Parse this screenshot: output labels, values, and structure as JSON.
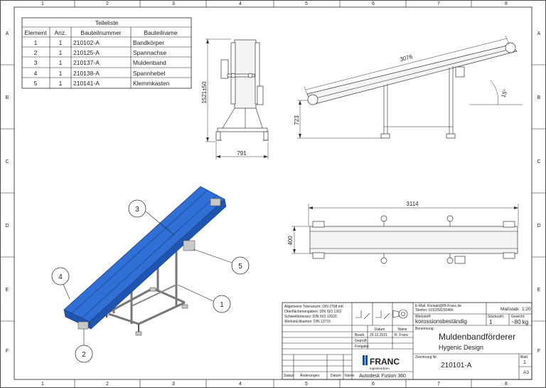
{
  "border": {
    "columns": [
      "1",
      "2",
      "3",
      "4",
      "5",
      "6",
      "7",
      "8"
    ],
    "rows": [
      "A",
      "B",
      "C",
      "D",
      "E",
      "F"
    ]
  },
  "parts_list": {
    "title": "Teileliste",
    "headers": [
      "Element",
      "Anz.",
      "Bauteilnummer",
      "Bauteilname"
    ],
    "rows": [
      [
        "1",
        "1",
        "210102-A",
        "Bandkörper"
      ],
      [
        "2",
        "1",
        "210125-A",
        "Spannachse"
      ],
      [
        "3",
        "1",
        "210137-A",
        "Muldenband"
      ],
      [
        "4",
        "1",
        "210138-A",
        "Spannhebel"
      ],
      [
        "5",
        "1",
        "210141-A",
        "Klemmkasten"
      ]
    ]
  },
  "dimensions": {
    "side_height": "1521±50",
    "side_width": "791",
    "length": "3076",
    "height": "723",
    "angle": "15°",
    "top_length": "3114",
    "top_width": "400"
  },
  "balloons": [
    "1",
    "2",
    "3",
    "4",
    "5"
  ],
  "title_block": {
    "tolerances": [
      "Allgemeine Toleranzen: DIN 2768 mK",
      "Oberflächenangaben: DIN ISO 1302",
      "Schweißtoleranz: DIN ISO 13920",
      "Werkstückkanten: DIN 13715"
    ],
    "date_header": "Datum",
    "name_header": "Name",
    "bearb_label": "Bearb.",
    "gepruft_label": "Geprüft",
    "freigabe_label": "Freigabe",
    "date_value": "29.12.2021",
    "name_value": "R. Franc",
    "email": "E-Mail: Kontakt@IB-Franc.de",
    "phone": "Telefon: 0152/58230466",
    "werkstoff_label": "Werkstoff:",
    "werkstoff_value": "korossionsbeständig",
    "massstab_label": "Maßstab:",
    "massstab_value": "1:20",
    "stueckzahl_label": "Stückzahl:",
    "stueckzahl_value": "1",
    "gewicht_label": "Gewicht:",
    "gewicht_value": "~80 kg",
    "benennung_label": "Benennung:",
    "title": "Muldenbandförderer",
    "subtitle": "Hygenic Design",
    "zeichnung_label": "Zeichnung Nr.",
    "drawing_no": "210101-A",
    "blatt_label": "Blatt",
    "blatt_value": "1",
    "format": "A3",
    "logo": "FRANC",
    "logo_sub": "Ingenieurbüro",
    "software": "Autodesk Fusion 360",
    "status_label": "Status",
    "aenderungen_label": "Änderungen",
    "datum_label": "Datum",
    "name_label": "Name"
  }
}
